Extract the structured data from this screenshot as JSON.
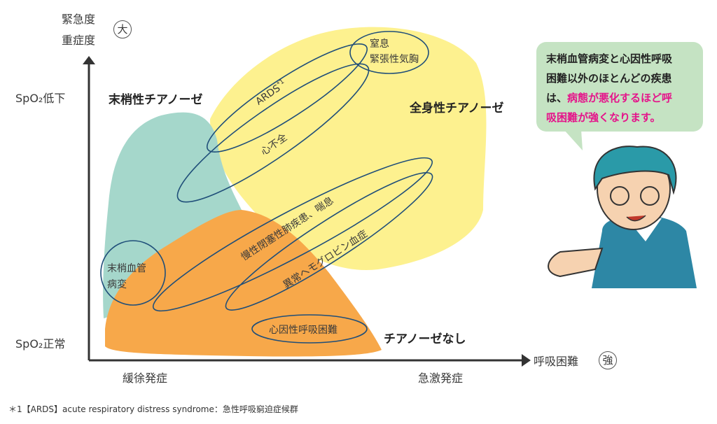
{
  "axes": {
    "y_label_line1": "緊急度",
    "y_label_line2": "重症度",
    "y_badge": "大",
    "y_top": "SpO₂低下",
    "y_bottom": "SpO₂正常",
    "x_label": "呼吸困難",
    "x_badge": "強",
    "x_left": "緩徐発症",
    "x_right": "急激発症"
  },
  "regions": {
    "peripheral": "末梢性チアノーゼ",
    "central": "全身性チアノーゼ",
    "none": "チアノーゼなし"
  },
  "colors": {
    "peripheral": "#a5d7cb",
    "central": "#fdf18f",
    "none": "#f7a84a",
    "outline": "#1f4e79",
    "bubble": "#c5e3c3",
    "highlight": "#e5138a"
  },
  "conditions": {
    "asphyxia_1": "窒息",
    "asphyxia_2": "緊張性気胸",
    "ards": "ARDS",
    "ards_note": "*1",
    "heart_failure": "心不全",
    "copd": "慢性閉塞性肺疾患、喘息",
    "hemoglobin": "異常ヘモグロビン血症",
    "pvd_1": "末梢血管",
    "pvd_2": "病変",
    "psychogenic": "心因性呼吸困難"
  },
  "bubble": {
    "line1": "末梢血管病変と心因性呼吸",
    "line2": "困難以外のほとんどの疾患",
    "line3a": "は、",
    "line3b": "病態が悪化するほど呼",
    "line4": "吸困難が強くなります。"
  },
  "footnote": "＊1【ARDS】acute respiratory distress syndrome：急性呼吸窮迫症候群"
}
